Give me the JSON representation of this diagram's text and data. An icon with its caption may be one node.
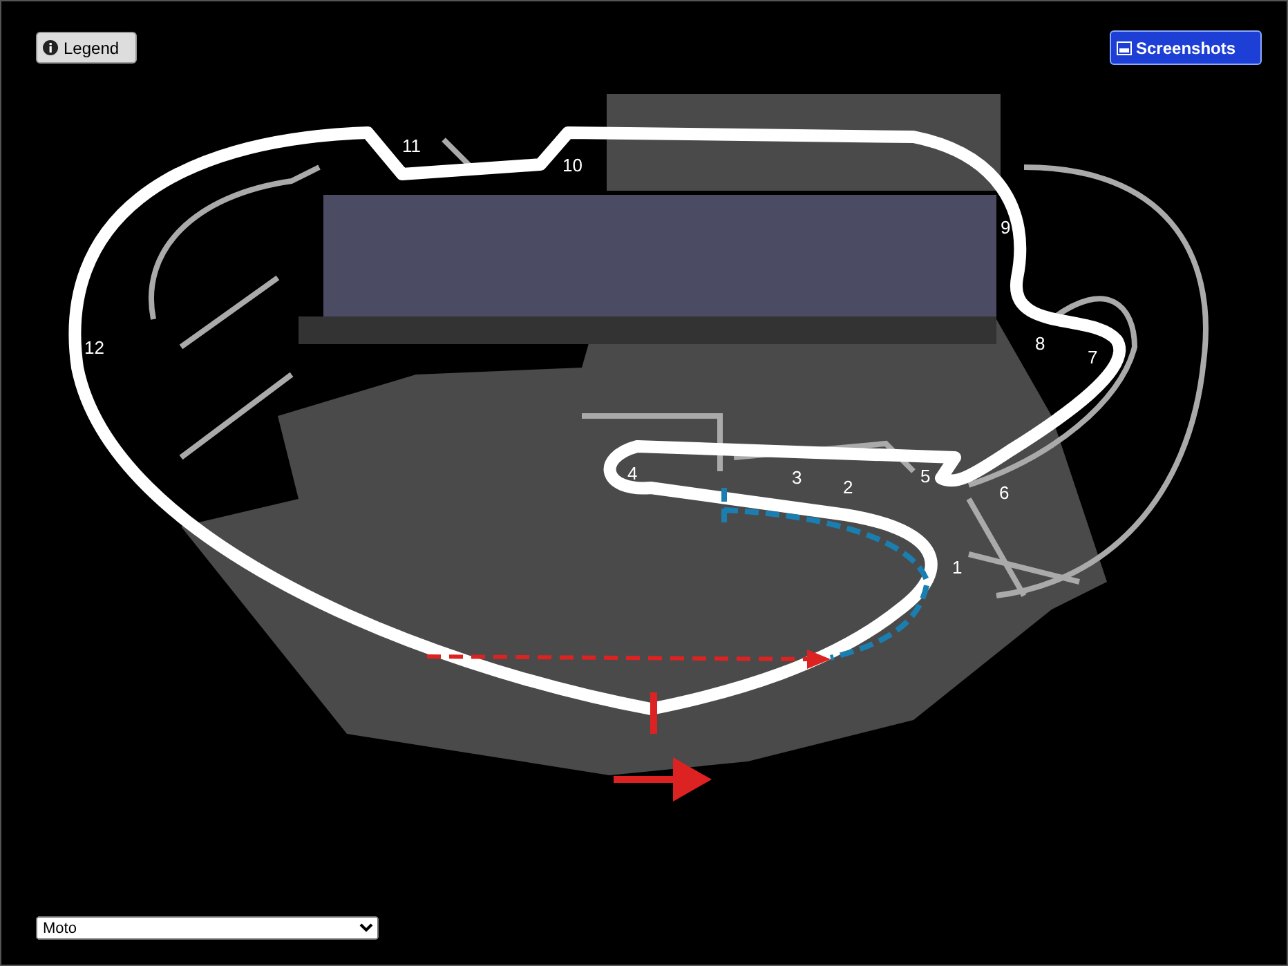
{
  "diagram": {
    "labels": [
      "Legend",
      "Screenshots",
      "11",
      "10",
      "9",
      "8",
      "12",
      "7",
      "5",
      "4",
      "6",
      "3",
      "2",
      "1",
      "Moto"
    ]
  }
}
